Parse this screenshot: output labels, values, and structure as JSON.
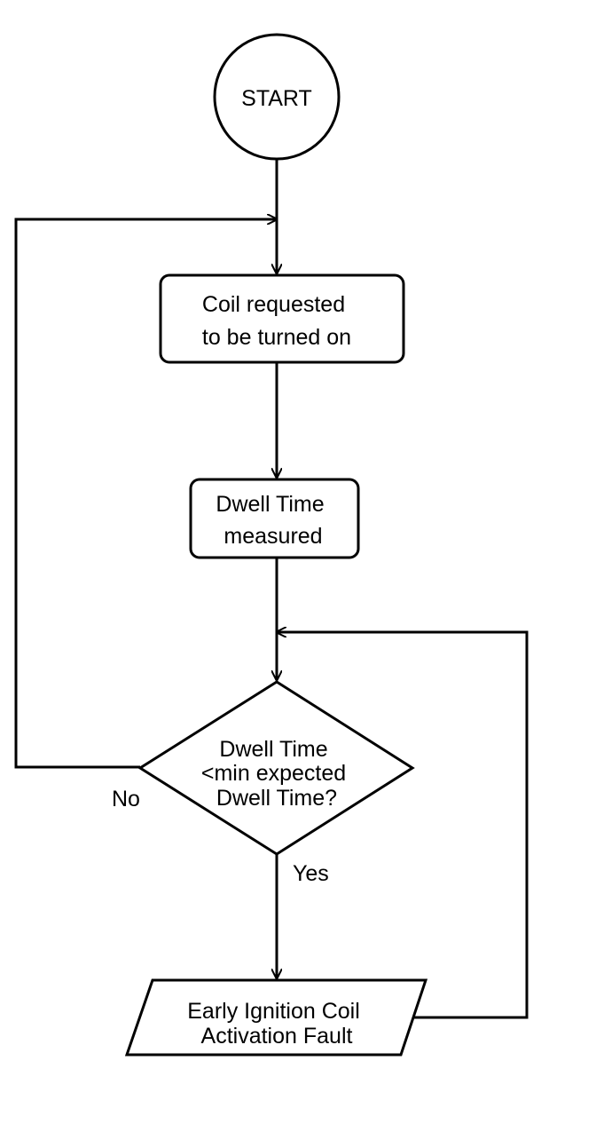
{
  "flowchart": {
    "start": {
      "label": "START"
    },
    "coil_request": {
      "lines": [
        "Coil requested",
        "to be turned on"
      ]
    },
    "dwell_measure": {
      "lines": [
        "Dwell Time",
        "measured"
      ]
    },
    "decision": {
      "lines": [
        "Dwell Time",
        "<min expected",
        "Dwell Time?"
      ]
    },
    "fault": {
      "lines": [
        "Early Ignition Coil",
        "Activation Fault"
      ]
    },
    "edge_labels": {
      "no": "No",
      "yes": "Yes"
    }
  }
}
